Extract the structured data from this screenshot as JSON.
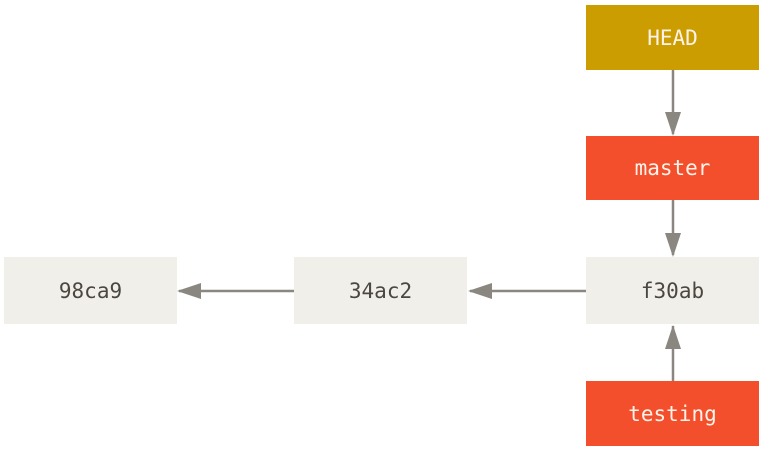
{
  "diagram": {
    "head": {
      "label": "HEAD",
      "color": "#cc9d00"
    },
    "branches": [
      {
        "label": "master",
        "color": "#f34f2c"
      },
      {
        "label": "testing",
        "color": "#f34f2c"
      }
    ],
    "commits": [
      {
        "id": "98ca9"
      },
      {
        "id": "34ac2"
      },
      {
        "id": "f30ab"
      }
    ],
    "edges": [
      {
        "from": "HEAD",
        "to": "master"
      },
      {
        "from": "master",
        "to": "f30ab"
      },
      {
        "from": "testing",
        "to": "f30ab"
      },
      {
        "from": "f30ab",
        "to": "34ac2"
      },
      {
        "from": "34ac2",
        "to": "98ca9"
      }
    ],
    "colors": {
      "commit_bg": "#f0efe9",
      "commit_text": "#4b4640",
      "arrow": "#8a8780"
    }
  }
}
